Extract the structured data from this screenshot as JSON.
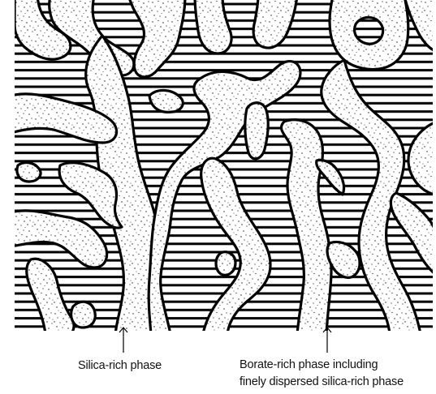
{
  "labels": {
    "silica_rich": "Silica-rich phase",
    "borate_rich_line1": "Borate-rich phase including",
    "borate_rich_line2": "finely dispersed silica-rich phase"
  },
  "colors": {
    "ink": "#000000",
    "background": "#ffffff",
    "stipple": "#1a1a1a"
  }
}
